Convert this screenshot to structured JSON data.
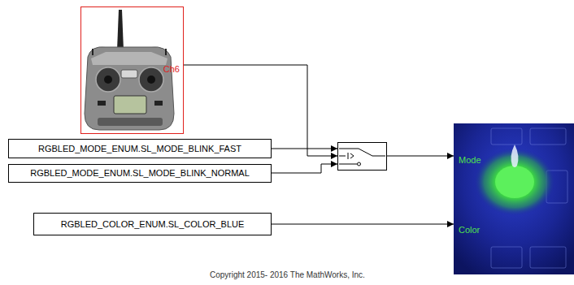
{
  "diagram": {
    "nodes": [
      {
        "text": [
          "Ch6"
        ]
      },
      {
        "text": [
          "RGBLED_MODE_ENUM.SL_MODE_BLINK_FAST"
        ]
      },
      {
        "text": [
          "RGBLED_MODE_ENUM.SL_MODE_BLINK_NORMAL"
        ]
      },
      {
        "text": []
      },
      {
        "text": [
          "Mode",
          "Color"
        ]
      },
      {
        "text": [
          "RGBLED_COLOR_ENUM.SL_COLOR_BLUE"
        ]
      }
    ],
    "edges": [
      {
        "from": 0,
        "to": 3,
        "arrow": "to"
      },
      {
        "from": 1,
        "to": 3,
        "arrow": "to"
      },
      {
        "from": 2,
        "to": 3,
        "arrow": "to"
      },
      {
        "from": 3,
        "to": 4,
        "arrow": "to"
      },
      {
        "from": 5,
        "to": 4,
        "arrow": "to"
      }
    ],
    "labels": [
      "Copyright 2015- 2016 The MathWorks, Inc."
    ]
  }
}
